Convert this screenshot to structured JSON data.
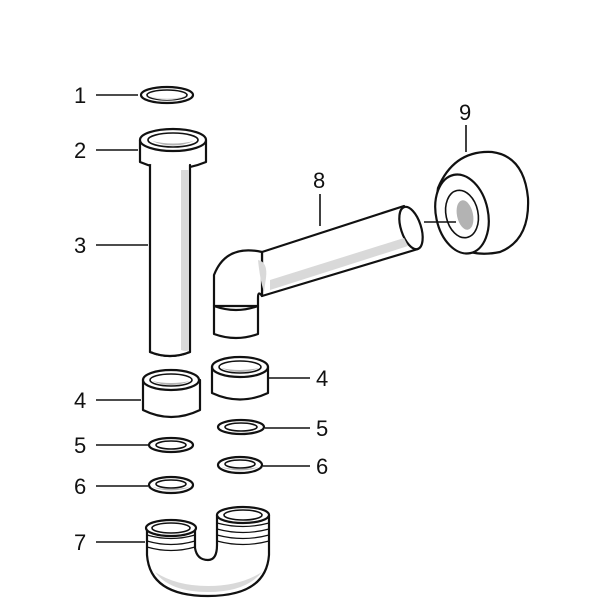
{
  "diagram": {
    "callouts": [
      {
        "id": "c1",
        "label": "1"
      },
      {
        "id": "c2",
        "label": "2"
      },
      {
        "id": "c3",
        "label": "3"
      },
      {
        "id": "c4a",
        "label": "4"
      },
      {
        "id": "c4b",
        "label": "4"
      },
      {
        "id": "c5a",
        "label": "5"
      },
      {
        "id": "c5b",
        "label": "5"
      },
      {
        "id": "c6a",
        "label": "6"
      },
      {
        "id": "c6b",
        "label": "6"
      },
      {
        "id": "c7",
        "label": "7"
      },
      {
        "id": "c8",
        "label": "8"
      },
      {
        "id": "c9",
        "label": "9"
      }
    ]
  }
}
